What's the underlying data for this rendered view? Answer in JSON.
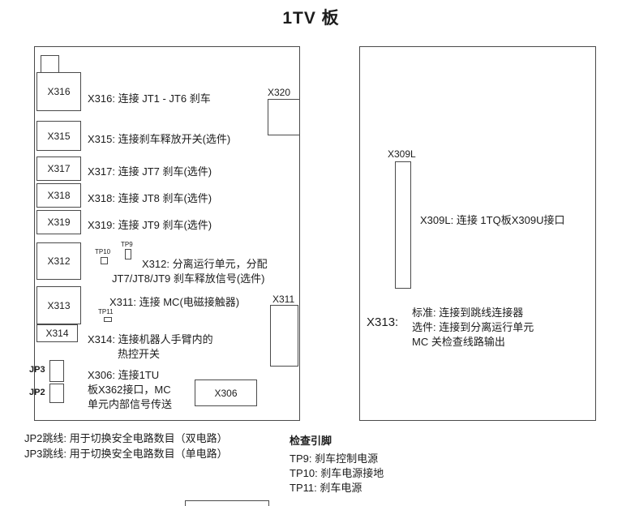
{
  "title": "1TV 板",
  "left_board": {
    "labels": {
      "x316": "X316",
      "x315": "X315",
      "x317": "X317",
      "x318": "X318",
      "x319": "X319",
      "x312": "X312",
      "x313": "X313",
      "x314": "X314",
      "x320": "X320",
      "x311": "X311",
      "x306": "X306",
      "jp3": "JP3",
      "jp2": "JP2",
      "tp9": "TP9",
      "tp10": "TP10",
      "tp11": "TP11"
    },
    "descriptions": {
      "x316": "X316: 连接 JT1 - JT6 刹车",
      "x315": "X315: 连接刹车释放开关(选件)",
      "x317": "X317: 连接 JT7 刹车(选件)",
      "x318": "X318: 连接 JT8 刹车(选件)",
      "x319": "X319: 连接 JT9 刹车(选件)",
      "x312_line1": "X312: 分离运行单元，分配",
      "x312_line2": "JT7/JT8/JT9 刹车释放信号(选件)",
      "x311": "X311: 连接 MC(电磁接触器)",
      "x314_line1": "X314: 连接机器人手臂内的",
      "x314_line2": "热控开关",
      "x306_line1": "X306: 连接1TU",
      "x306_line2": "板X362接口，MC",
      "x306_line3": "单元内部信号传送"
    }
  },
  "right_board": {
    "labels": {
      "x309l": "X309L",
      "x313": "X313:"
    },
    "descriptions": {
      "x309l": "X309L: 连接 1TQ板X309U接口",
      "x313_line1": "标准: 连接到跳线连接器",
      "x313_line2": "选件: 连接到分离运行单元",
      "x313_line3": "MC 关检查线路输出"
    }
  },
  "notes": {
    "jp2": "JP2跳线: 用于切换安全电路数目（双电路）",
    "jp3": "JP3跳线: 用于切换安全电路数目（单电路）",
    "check_pins_title": "检查引脚",
    "tp9": "TP9: 刹车控制电源",
    "tp10": "TP10: 刹车电源接地",
    "tp11": "TP11: 刹车电源"
  }
}
